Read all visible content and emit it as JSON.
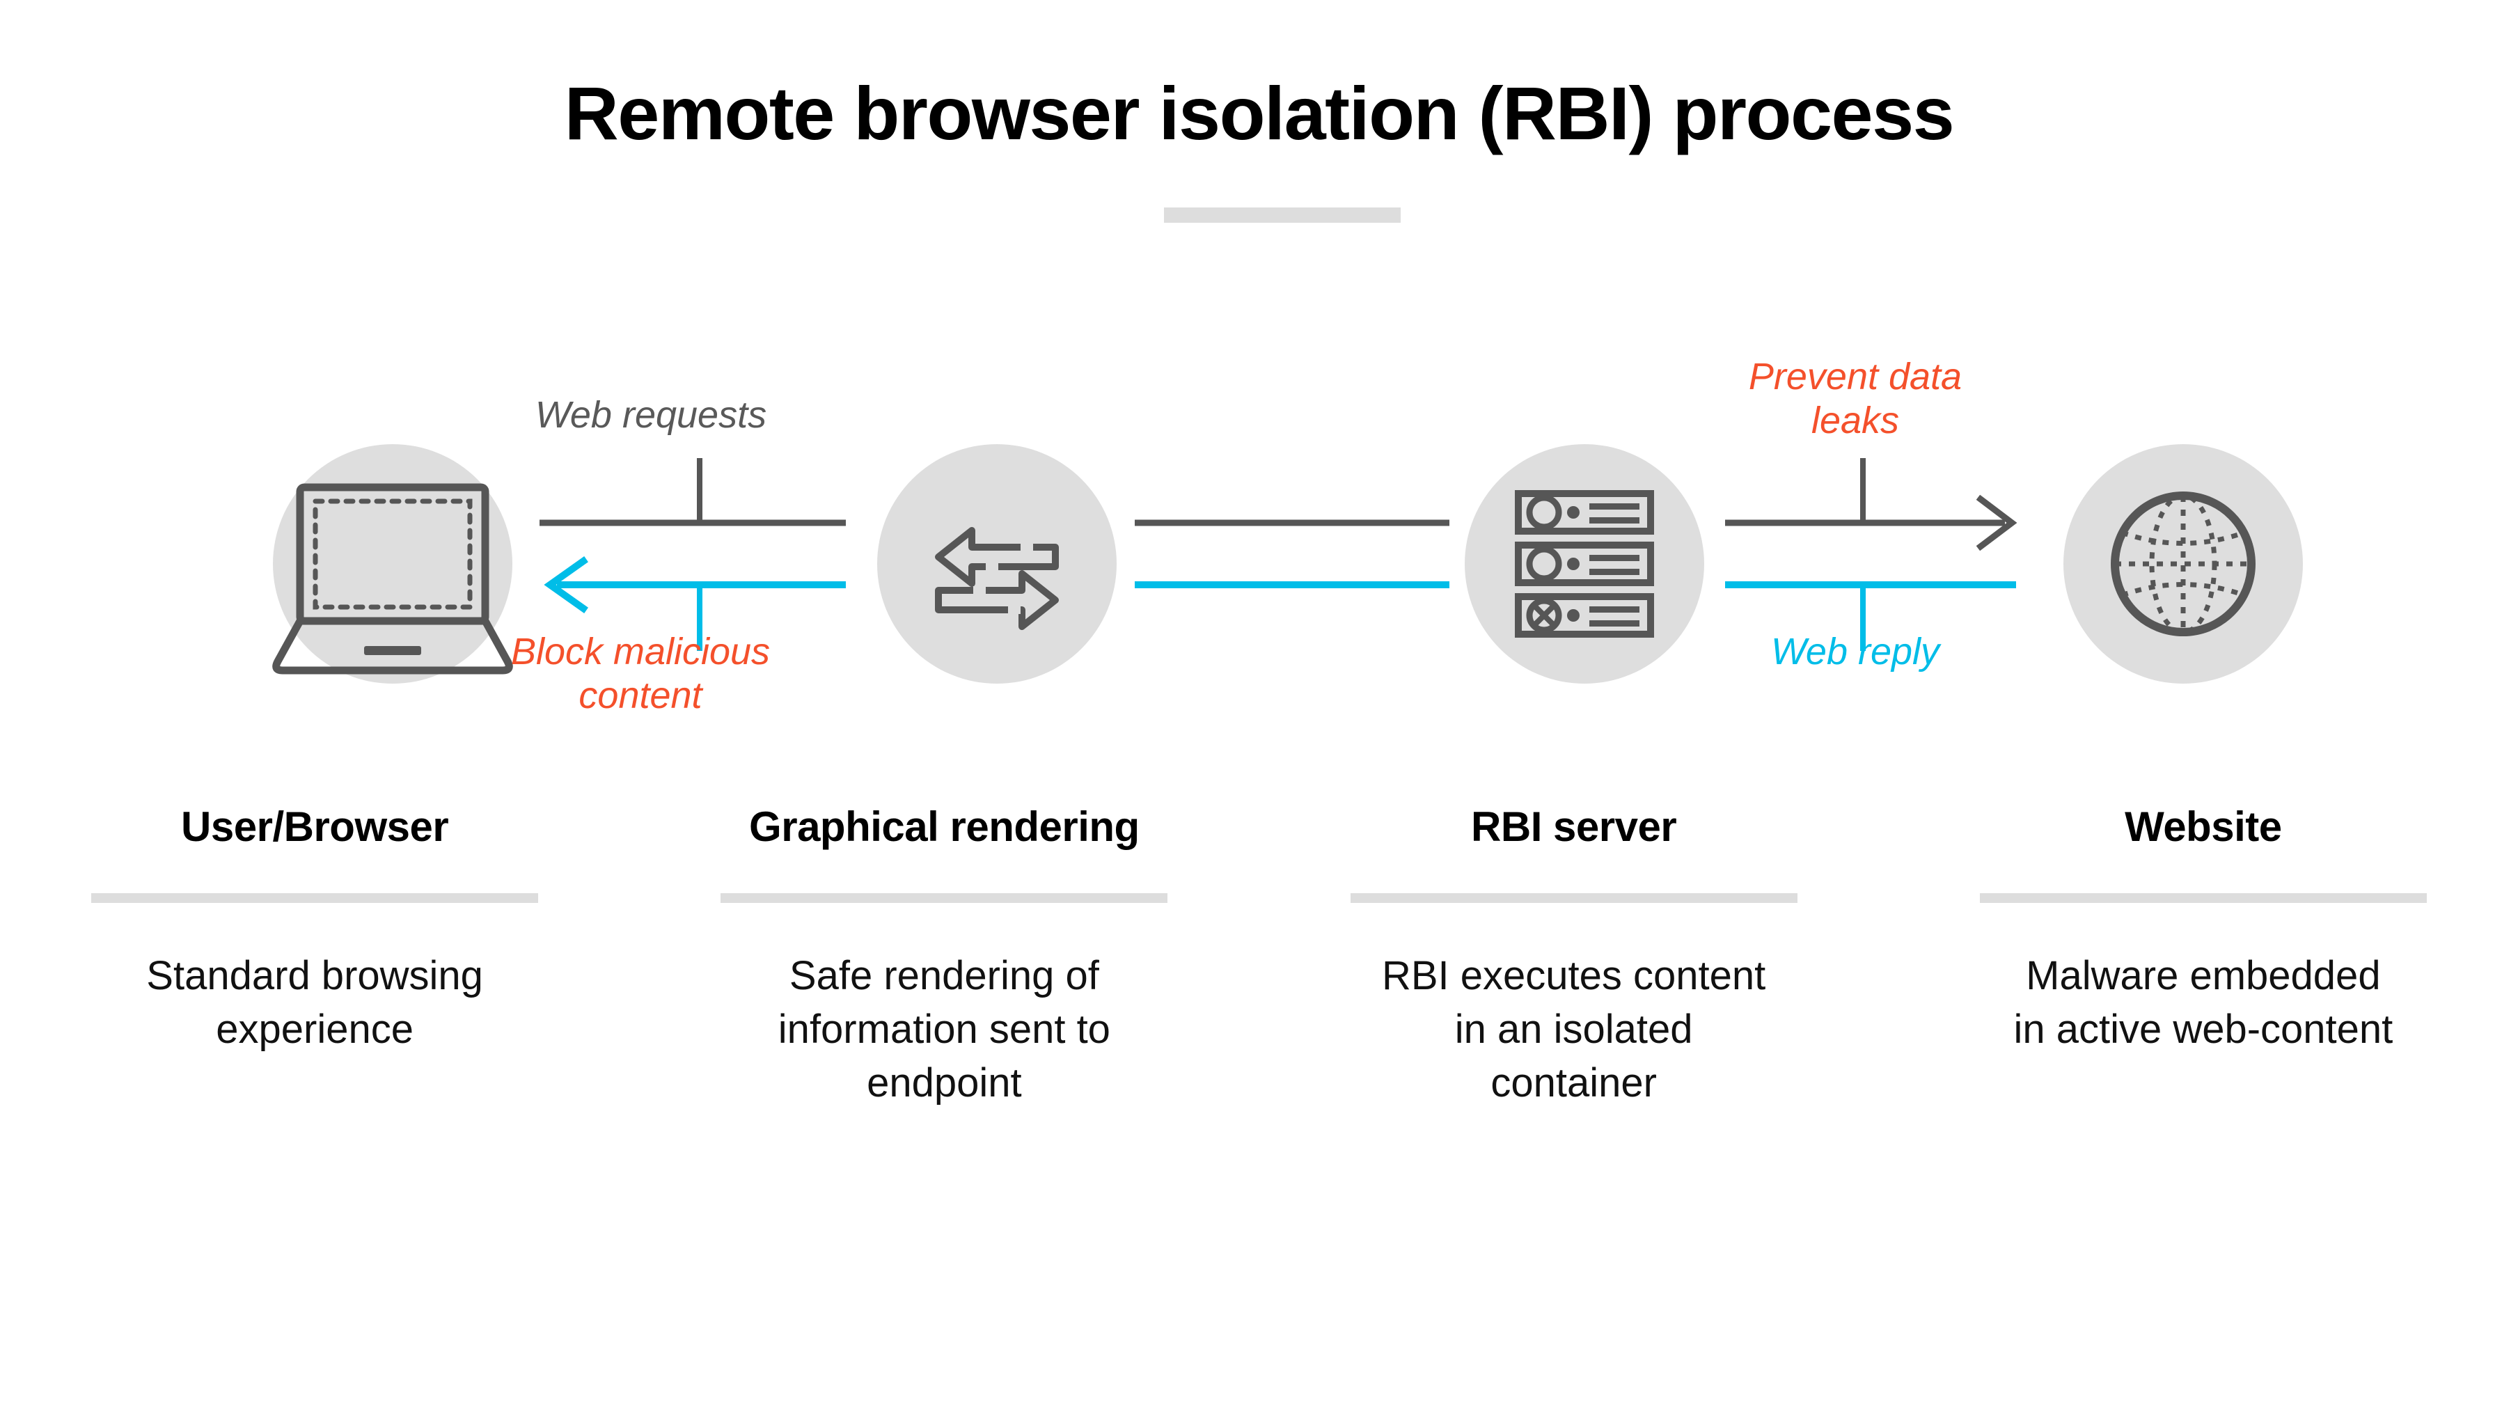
{
  "header": {
    "title": "Remote browser isolation (RBI) process"
  },
  "colors": {
    "accent_orange": "#f4502b",
    "accent_cyan": "#00bde8",
    "line_dark": "#565656",
    "icon_circle_bg": "#dedede",
    "rule_gray": "#dddddd",
    "label_gray": "#595959"
  },
  "flow_labels": [
    {
      "id": "web-requests",
      "text": "Web requests",
      "color": "#595959"
    },
    {
      "id": "block-malicious",
      "text": "Block malicious\ncontent",
      "color": "#f4502b"
    },
    {
      "id": "prevent-leaks",
      "text": "Prevent data\nleaks",
      "color": "#f4502b"
    },
    {
      "id": "web-reply",
      "text": "Web reply",
      "color": "#00bde8"
    }
  ],
  "nodes": [
    {
      "id": "user-browser",
      "icon": "laptop-icon"
    },
    {
      "id": "graphical-rendering",
      "icon": "exchange-arrows-icon"
    },
    {
      "id": "rbi-server",
      "icon": "server-rack-icon"
    },
    {
      "id": "website",
      "icon": "globe-icon"
    }
  ],
  "columns": [
    {
      "title": "User/Browser",
      "description": "Standard browsing\nexperience"
    },
    {
      "title": "Graphical rendering",
      "description": "Safe rendering of\ninformation sent to\nendpoint"
    },
    {
      "title": "RBI server",
      "description": "RBI executes content\nin an isolated\ncontainer"
    },
    {
      "title": "Website",
      "description": "Malware embedded\nin active web-content"
    }
  ]
}
